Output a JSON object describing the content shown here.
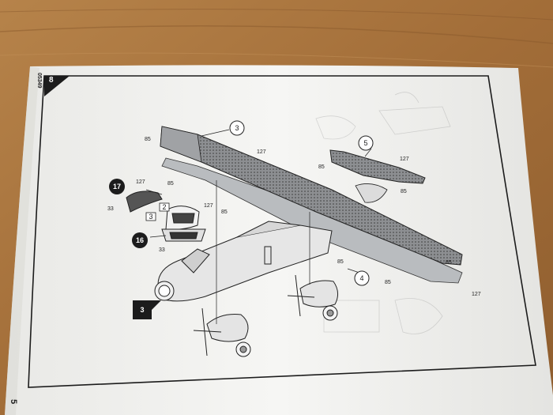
{
  "sheet": {
    "page_number": "8",
    "catalog_number": "05349",
    "corner_number": "5"
  },
  "callouts": [
    {
      "id": "wing",
      "number": "3"
    },
    {
      "id": "tailplane",
      "number": "5"
    },
    {
      "id": "wing-underside",
      "number": "4"
    },
    {
      "id": "canopy-top",
      "number": "17"
    },
    {
      "id": "cockpit",
      "number": "16"
    },
    {
      "id": "step-badge",
      "number": "3"
    }
  ],
  "part_labels": [
    {
      "id": "wing-tip-left",
      "text": "85"
    },
    {
      "id": "wing-top",
      "text": "127"
    },
    {
      "id": "tail-left",
      "text": "85"
    },
    {
      "id": "tail-top",
      "text": "127"
    },
    {
      "id": "tail-right",
      "text": "85"
    },
    {
      "id": "canopy-127",
      "text": "127"
    },
    {
      "id": "canopy-85",
      "text": "85"
    },
    {
      "id": "canopy-33",
      "text": "33"
    },
    {
      "id": "cockpit-127",
      "text": "127"
    },
    {
      "id": "cockpit-33",
      "text": "33"
    },
    {
      "id": "center-85",
      "text": "85"
    },
    {
      "id": "under-85-a",
      "text": "85"
    },
    {
      "id": "under-85-b",
      "text": "85"
    },
    {
      "id": "under-85-c",
      "text": "85"
    },
    {
      "id": "tip-127",
      "text": "127"
    }
  ],
  "box_labels": [
    {
      "id": "box-2",
      "text": "2"
    },
    {
      "id": "box-3",
      "text": "3"
    }
  ],
  "colors": {
    "table_wood": "#a8753f",
    "paper": "#f3f3f1",
    "ink": "#1c1c1c",
    "underside_grey": "#b9bcbf"
  }
}
